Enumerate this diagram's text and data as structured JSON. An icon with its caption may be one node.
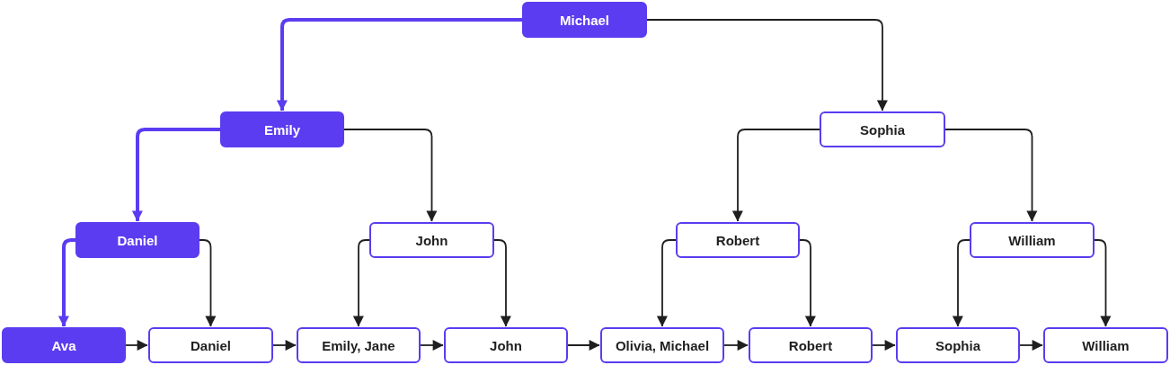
{
  "diagram": {
    "nodes": [
      {
        "text": [
          "Michael"
        ]
      },
      {
        "text": [
          "Emily"
        ]
      },
      {
        "text": [
          "Sophia"
        ]
      },
      {
        "text": [
          "Daniel"
        ]
      },
      {
        "text": [
          "John"
        ]
      },
      {
        "text": [
          "Robert"
        ]
      },
      {
        "text": [
          "William"
        ]
      },
      {
        "text": [
          "Ava"
        ]
      },
      {
        "text": [
          "Daniel"
        ]
      },
      {
        "text": [
          "Emily, Jane"
        ]
      },
      {
        "text": [
          "John"
        ]
      },
      {
        "text": [
          "Olivia, Michael"
        ]
      },
      {
        "text": [
          "Robert"
        ]
      },
      {
        "text": [
          "Sophia"
        ]
      },
      {
        "text": [
          "William"
        ]
      }
    ],
    "edges": [
      {
        "from": 0,
        "to": 1,
        "arrow": "to",
        "style": "thick",
        "color": "#5b3cf0"
      },
      {
        "from": 0,
        "to": 2,
        "arrow": "to"
      },
      {
        "from": 1,
        "to": 3,
        "arrow": "to",
        "style": "thick",
        "color": "#5b3cf0"
      },
      {
        "from": 1,
        "to": 4,
        "arrow": "to"
      },
      {
        "from": 2,
        "to": 5,
        "arrow": "to"
      },
      {
        "from": 2,
        "to": 6,
        "arrow": "to"
      },
      {
        "from": 3,
        "to": 7,
        "arrow": "to",
        "style": "thick",
        "color": "#5b3cf0"
      },
      {
        "from": 3,
        "to": 8,
        "arrow": "to"
      },
      {
        "from": 4,
        "to": 9,
        "arrow": "to"
      },
      {
        "from": 4,
        "to": 10,
        "arrow": "to"
      },
      {
        "from": 5,
        "to": 11,
        "arrow": "to"
      },
      {
        "from": 5,
        "to": 12,
        "arrow": "to"
      },
      {
        "from": 6,
        "to": 13,
        "arrow": "to"
      },
      {
        "from": 6,
        "to": 14,
        "arrow": "to"
      },
      {
        "from": 7,
        "to": 8,
        "arrow": "to"
      },
      {
        "from": 8,
        "to": 9,
        "arrow": "to"
      },
      {
        "from": 9,
        "to": 10,
        "arrow": "to"
      },
      {
        "from": 10,
        "to": 11,
        "arrow": "to"
      },
      {
        "from": 11,
        "to": 12,
        "arrow": "to"
      },
      {
        "from": 12,
        "to": 13,
        "arrow": "to"
      },
      {
        "from": 13,
        "to": 14,
        "arrow": "to"
      }
    ]
  }
}
